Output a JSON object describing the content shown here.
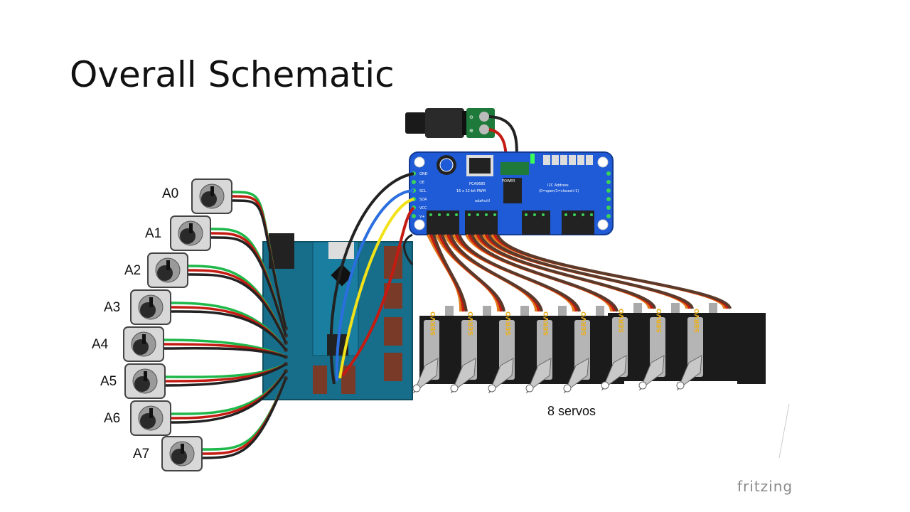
{
  "slide": {
    "title": "Overall Schematic",
    "caption": "8 servos",
    "brand": "fritzing"
  },
  "potentiometers": [
    "A0",
    "A1",
    "A2",
    "A3",
    "A4",
    "A5",
    "A6",
    "A7"
  ],
  "pwm_board": {
    "name": "PCA9685",
    "subtitle": "16 x 12-bit PWM",
    "address_label": "I2C Address",
    "address_sub": "(0=open/1=closed+1)",
    "left_pins": [
      "GND",
      "OE",
      "SCL",
      "SDA",
      "VCC",
      "V+"
    ],
    "power_label": "POWER",
    "maker": "adafruit!"
  },
  "servo_label": "SERVO",
  "servo_count": 8
}
